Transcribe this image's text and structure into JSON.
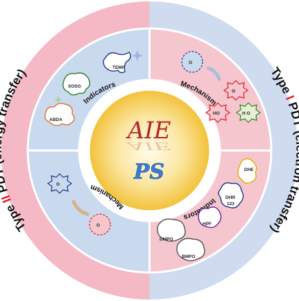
{
  "center": {
    "title": "AIE",
    "subtitle": "PS"
  },
  "outer_ring": {
    "left_label": {
      "before": "Type ",
      "numeral": "II",
      "after": " PDT (energy transfer)"
    },
    "right_label": {
      "before": "Type ",
      "numeral": "I",
      "after": " PDT (electron transfer)"
    }
  },
  "inner_ring": {
    "top_left": "Indicators",
    "top_right": "Mechanism",
    "bottom_right": "Indicators",
    "bottom_left": "Mechanism"
  },
  "quadrants": {
    "top_left_indicators": [
      "TEMP",
      "SOSG",
      "ABDA"
    ],
    "top_right_mechanism": [
      "O",
      "O",
      "HO",
      "H O"
    ],
    "bottom_right_indicators": [
      "DHE",
      "DHR",
      "123",
      "HPF",
      "DMPO",
      "BMPO"
    ],
    "bottom_left_mechanism": [
      "O",
      "O"
    ]
  },
  "colors": {
    "pink": "#f6c6cf",
    "pink_outer": "#f4b9c5",
    "blue": "#c9d9ee",
    "blue_outer": "#cfdcf0",
    "accent_red": "#e01b24",
    "aie_red": "#b3262d",
    "ps_blue": "#3a7bd5",
    "center_gold": "#f5c542"
  }
}
